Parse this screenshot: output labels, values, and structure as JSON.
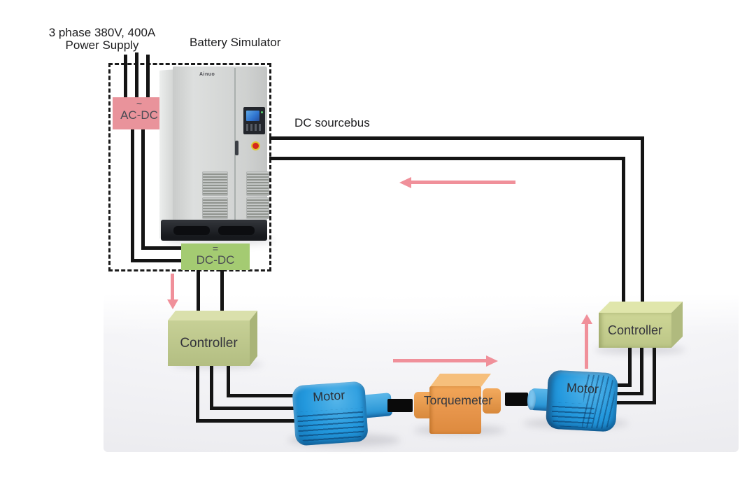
{
  "labels": {
    "power_line1": "3 phase 380V, 400A",
    "power_line2": "Power Supply",
    "battery_simulator": "Battery Simulator",
    "dc_sourcebus": "DC sourcebus"
  },
  "cabinet": {
    "brand": "Ainuo"
  },
  "converters": {
    "acdc": {
      "symbol": "~",
      "label": "AC-DC"
    },
    "dcdc": {
      "symbol": "=",
      "label": "DC-DC"
    }
  },
  "components": {
    "controller_left": {
      "label": "Controller"
    },
    "controller_right": {
      "label": "Controller"
    },
    "motor_left": {
      "label": "Motor"
    },
    "motor_right": {
      "label": "Motor"
    },
    "torquemeter": {
      "label": "Torquemeter"
    }
  },
  "colors": {
    "wire": "#141414",
    "flow_arrow": "#f0909a",
    "acdc_pink": "#e9939b",
    "dcdc_green": "#a4cb72",
    "controller_green": "#c3cd90",
    "motor_blue": "#2a9ddf",
    "torquemeter_orange": "#eb9e4e"
  }
}
